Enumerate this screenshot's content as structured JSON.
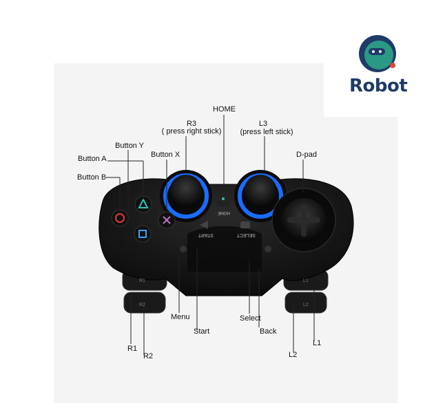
{
  "brand": {
    "name": "Robot",
    "colors": {
      "navy": "#1f3b67",
      "teal": "#2a9a85",
      "red": "#e0433a"
    }
  },
  "product": {
    "image_subject": "gamepad-controller",
    "labels": {
      "home": "HOME",
      "r3": "R3",
      "r3_note": "( press right stick)",
      "l3": "L3",
      "l3_note": "(press left stick)",
      "button_y": "Button Y",
      "button_a": "Button A",
      "button_b": "Button B",
      "button_x": "Button X",
      "dpad": "D-pad",
      "menu": "Menu",
      "start": "Start",
      "select": "Select",
      "back": "Back",
      "r1": "R1",
      "r2": "R2",
      "l1": "L1",
      "l2": "L2"
    },
    "printed_on_device": {
      "start": "START",
      "select": "SELECT",
      "home": "HOME",
      "r1": "R1",
      "r2": "R2",
      "l1": "L1",
      "l2": "L2"
    },
    "colors": {
      "body": "#151515",
      "stick_ring": "#1a6cff",
      "triangle": "#2ec4b6",
      "circle": "#e23b3b",
      "cross": "#c070c8",
      "square_btn": "#3aa0ff"
    }
  }
}
